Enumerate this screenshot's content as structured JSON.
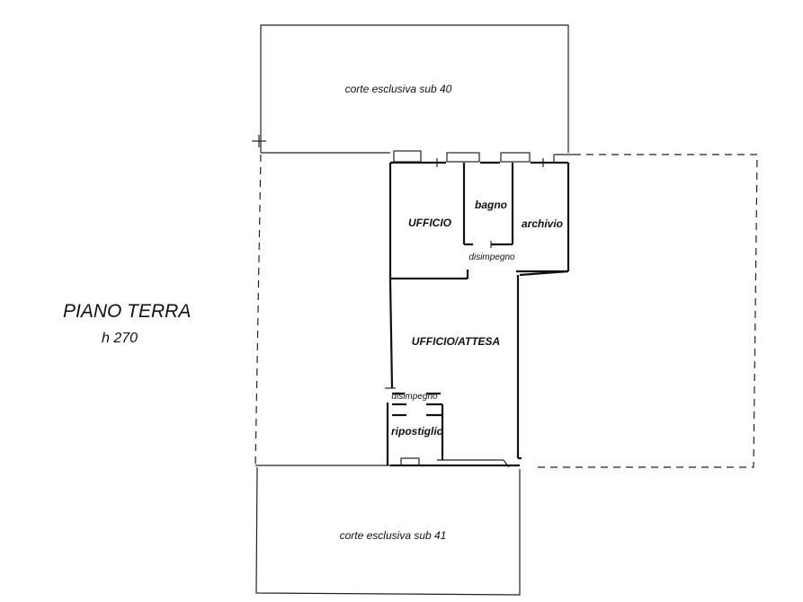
{
  "floor": {
    "title": "PIANO TERRA",
    "height_label": "h 270"
  },
  "rooms": {
    "courtyard_top": "corte esclusiva sub 40",
    "courtyard_bottom": "corte esclusiva sub 41",
    "office": "UFFICIO",
    "bathroom": "bagno",
    "archive": "archivio",
    "hallway_top": "disimpegno",
    "office_waiting": "UFFICIO/ATTESA",
    "hallway_bottom": "disimpegno",
    "storage": "ripostiglio"
  }
}
